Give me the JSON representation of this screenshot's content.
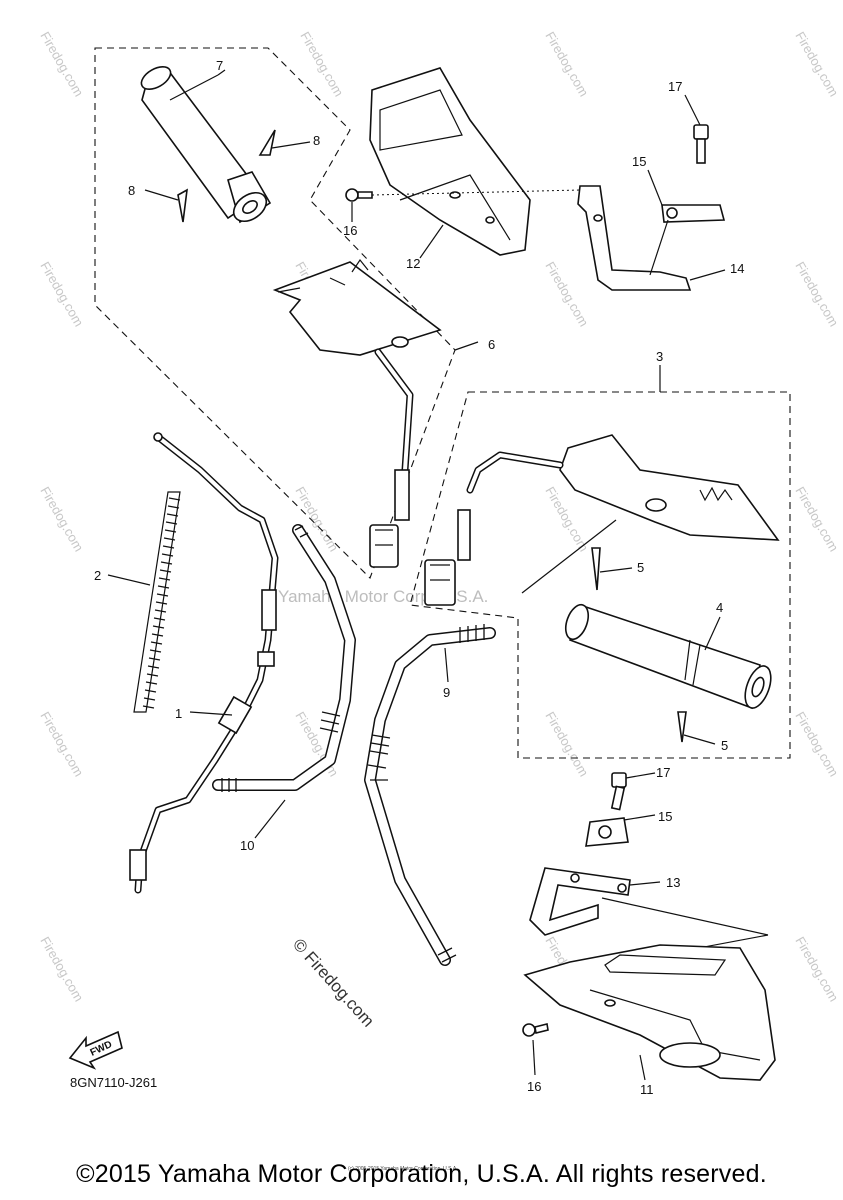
{
  "watermark": {
    "repeat_text": "Firedog.com",
    "center_text": "Yamaha Motor Corp, U.S.A.",
    "diagonal_text": "© Firedog.com"
  },
  "callouts": {
    "p1": "1",
    "p2": "2",
    "p3": "3",
    "p4": "4",
    "p5a": "5",
    "p5b": "5",
    "p6": "6",
    "p7": "7",
    "p8a": "8",
    "p8b": "8",
    "p9": "9",
    "p10": "10",
    "p11": "11",
    "p12": "12",
    "p13": "13",
    "p14": "14",
    "p15a": "15",
    "p15b": "15",
    "p16a": "16",
    "p16b": "16",
    "p17a": "17",
    "p17b": "17"
  },
  "fwd_label": "FWD",
  "diagram_code": "8GN7110-J261",
  "footer": {
    "copyright": "©2015 Yamaha Motor Corporation, U.S.A. All rights reserved.",
    "fine_print": "(c) 2005-2015 Yamaha Motor Corporation, U.S.A."
  }
}
